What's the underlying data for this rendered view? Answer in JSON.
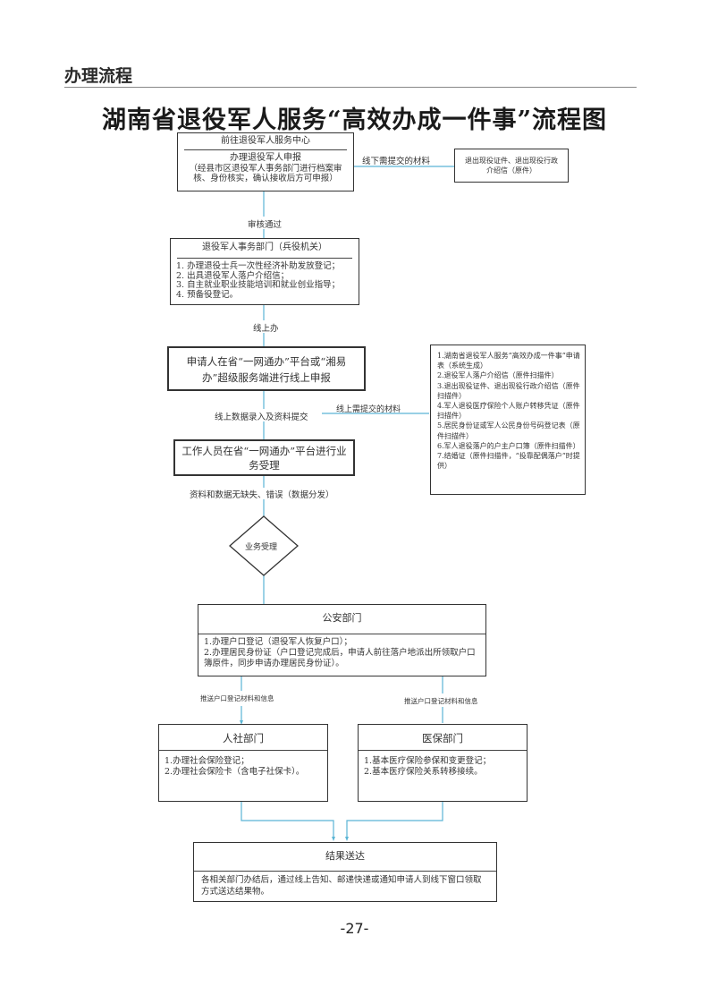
{
  "section_title": "办理流程",
  "main_title": "湖南省退役军人服务“高效办成一件事”流程图",
  "nodes": {
    "center": {
      "header": "前往退役军人服务中心",
      "title": "办理退役军人申报",
      "detail": "（经县市区退役军人事务部门进行档案审核、身份核实，确认接收后方可申报）"
    },
    "offline_materials": {
      "label": "线下需提交的材料",
      "text": "退出现役证件、退出现役行政介绍信（原件）"
    },
    "review_pass": "审核通过",
    "veterans_dept": {
      "header": "退役军人事务部门（兵役机关）",
      "items": [
        "1. 办理退役士兵一次性经济补助发放登记；",
        "2. 出具退役军人落户介绍信；",
        "3. 自主就业职业技能培训和就业创业指导；",
        "4. 预备役登记。"
      ]
    },
    "online_handle": "线上办",
    "apply_online": "申请人在省“一网通办”平台或“湘易办”超级服务端进行线上申报",
    "data_entry": "线上数据录入及资料提交",
    "online_materials": {
      "label": "线上需提交的材料",
      "items": [
        "1.湖南省退役军人服务“高效办成一件事”申请表（系统生成）",
        "2.退役军人落户介绍信（原件扫描件）",
        "3.退出现役证件、退出现役行政介绍信（原件扫描件）",
        "4.军人退役医疗保险个人账户转移凭证（原件扫描件）",
        "5.居民身份证或军人公民身份号码登记表（原件扫描件）",
        "6.军人退役落户的户主户口簿（原件扫描件）",
        "7.结婚证（原件扫描件，“投靠配偶落户”时提供）"
      ]
    },
    "staff_accept": "工作人员在省“一网通办”平台进行业务受理",
    "no_errors": "资料和数据无缺失、错误（数据分发）",
    "decision": "业务受理",
    "police": {
      "header": "公安部门",
      "items": [
        "1.办理户口登记（退役军人恢复户口）；",
        "2.办理居民身份证（户口登记完成后，申请人前往落户地派出所领取户口簿原件，同步申请办理居民身份证）。"
      ]
    },
    "push_left": "推送户口登记材料和信息",
    "push_right": "推送户口登记材料和信息",
    "hr_social": {
      "header": "人社部门",
      "items": [
        "1.办理社会保险登记；",
        "2.办理社会保险卡（含电子社保卡）。"
      ]
    },
    "medical": {
      "header": "医保部门",
      "items": [
        "1.基本医疗保险参保和变更登记；",
        "2.基本医疗保险关系转移接续。"
      ]
    },
    "delivery": {
      "header": "结果送达",
      "text": "各相关部门办结后，通过线上告知、邮递快递或通知申请人到线下窗口领取方式送达结果物。"
    }
  },
  "page_number": "-27-",
  "colors": {
    "connector": "#5bb5d5",
    "border": "#333333"
  }
}
